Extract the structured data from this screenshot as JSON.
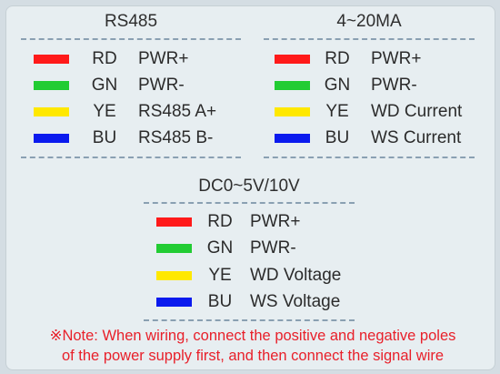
{
  "colors": {
    "RD": "#ff1a1a",
    "GN": "#22cc33",
    "YE": "#ffe800",
    "BU": "#0a1aee"
  },
  "sections": [
    {
      "title": "RS485",
      "rows": [
        {
          "code": "RD",
          "label": "PWR+"
        },
        {
          "code": "GN",
          "label": "PWR-"
        },
        {
          "code": "YE",
          "label": "RS485 A+"
        },
        {
          "code": "BU",
          "label": "RS485 B-"
        }
      ]
    },
    {
      "title": "4~20MA",
      "rows": [
        {
          "code": "RD",
          "label": "PWR+"
        },
        {
          "code": "GN",
          "label": "PWR-"
        },
        {
          "code": "YE",
          "label": "WD Current"
        },
        {
          "code": "BU",
          "label": "WS Current"
        }
      ]
    },
    {
      "title": "DC0~5V/10V",
      "rows": [
        {
          "code": "RD",
          "label": "PWR+"
        },
        {
          "code": "GN",
          "label": "PWR-"
        },
        {
          "code": "YE",
          "label": "WD Voltage"
        },
        {
          "code": "BU",
          "label": "WS Voltage"
        }
      ]
    }
  ],
  "note": {
    "line1": "※Note: When wiring, connect the positive and negative poles",
    "line2": "of the power supply first, and then connect the signal wire"
  }
}
